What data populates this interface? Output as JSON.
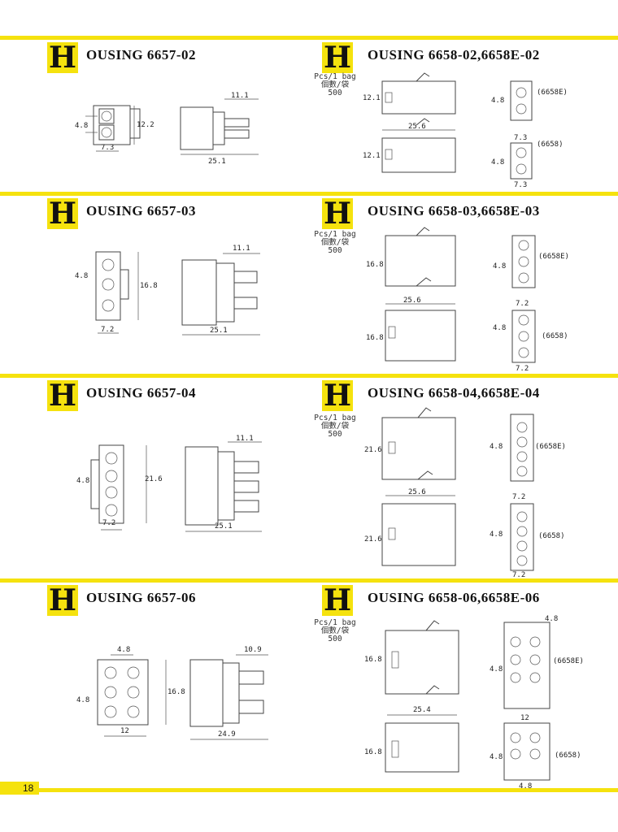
{
  "sections": [
    {
      "left": {
        "badge": "H",
        "title": "OUSING  6657-02",
        "dims": {
          "pitch": "4.8",
          "width": "7.3",
          "height": "12.2",
          "side_top": "11.1",
          "side_len": "25.1"
        }
      },
      "right": {
        "badge": "H",
        "title": "OUSING  6658-02,6658E-02",
        "pcs": [
          "Pcs/1 bag",
          "個數/袋",
          "500"
        ],
        "dims": {
          "h1": "12.1",
          "len": "25.6",
          "h2": "12.1",
          "pitch_e": "4.8",
          "label_e": "(6658E)",
          "width_e": "7.3",
          "pitch": "4.8",
          "label": "(6658)",
          "width": "7.3"
        }
      }
    },
    {
      "left": {
        "badge": "H",
        "title": "OUSING  6657-03",
        "dims": {
          "pitch": "4.8",
          "width": "7.2",
          "height": "16.8",
          "side_top": "11.1",
          "side_len": "25.1"
        }
      },
      "right": {
        "badge": "H",
        "title": "OUSING  6658-03,6658E-03",
        "pcs": [
          "Pcs/1 bag",
          "個數/袋",
          "500"
        ],
        "dims": {
          "h1": "16.8",
          "len": "25.6",
          "h2": "16.8",
          "pitch_e": "4.8",
          "label_e": "(6658E)",
          "width_e": "7.2",
          "pitch": "4.8",
          "label": "(6658)",
          "width": "7.2"
        }
      }
    },
    {
      "left": {
        "badge": "H",
        "title": "OUSING  6657-04",
        "dims": {
          "pitch": "4.8",
          "width": "7.2",
          "height": "21.6",
          "side_top": "11.1",
          "side_len": "25.1"
        }
      },
      "right": {
        "badge": "H",
        "title": "OUSING  6658-04,6658E-04",
        "pcs": [
          "Pcs/1 bag",
          "個數/袋",
          "500"
        ],
        "dims": {
          "h1": "21.6",
          "len": "25.6",
          "h2": "21.6",
          "pitch_e": "4.8",
          "label_e": "(6658E)",
          "width_e": "7.2",
          "pitch": "4.8",
          "label": "(6658)",
          "width": "7.2"
        }
      }
    },
    {
      "left": {
        "badge": "H",
        "title": "OUSING  6657-06",
        "dims": {
          "pitch": "4.8",
          "top_pitch": "4.8",
          "width": "12",
          "height": "16.8",
          "side_top": "10.9",
          "side_len": "24.9"
        }
      },
      "right": {
        "badge": "H",
        "title": "OUSING  6658-06,6658E-06",
        "pcs": [
          "Pcs/1 bag",
          "個數/袋",
          "500"
        ],
        "dims": {
          "h1": "16.8",
          "len": "25.4",
          "h2": "16.8",
          "pitch_e": "4.8",
          "top_e": "4.8",
          "label_e": "(6658E)",
          "width_e": "12",
          "pitch": "4.8",
          "label": "(6658)",
          "width": "4.8"
        }
      }
    }
  ],
  "footer": {
    "page_number": "18"
  },
  "colors": {
    "accent": "#f5e20e",
    "ink": "#222222"
  }
}
